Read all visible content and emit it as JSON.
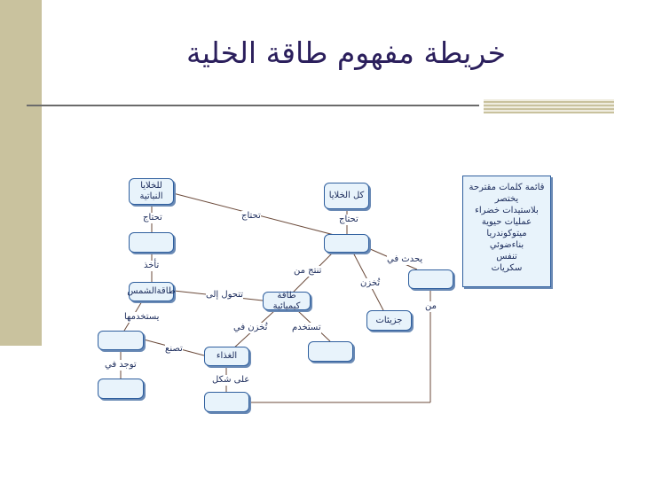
{
  "title": "خريطة مفهوم طاقة الخلية",
  "nodes": {
    "plant_cells": "للخلايا النباتية",
    "all_cells": "كل الخلايا",
    "photosynthesis": "طاقةالشمس",
    "chemical_energy": "طاقة كيميائية",
    "molecules": "جزيئات",
    "food": "الغذاء"
  },
  "edge_labels": {
    "needs_plant": "تحتاج",
    "needs_top": "تحتاج",
    "needs_all": "تحتاج",
    "takes": "تأخذ",
    "produced_from": "تنتج من",
    "occurs_in": "يحدث في",
    "stored": "تُخزن",
    "converts_to": "تتحول إلى",
    "uses_it": "يستخدمها",
    "stored_in": "تُخزن في",
    "used_in": "تستخدم",
    "makes": "تصنع",
    "found_in": "توجد في",
    "as_form": "على شكل",
    "from": "من"
  },
  "word_bank": {
    "title": "قائمة كلمات مقترحة",
    "words": [
      "يختصر",
      "بلاستيدات خضراء",
      "عمليات حيوية",
      "ميتوكوندريا",
      "بناءضوئي",
      "تنفس",
      "سكريات"
    ]
  }
}
